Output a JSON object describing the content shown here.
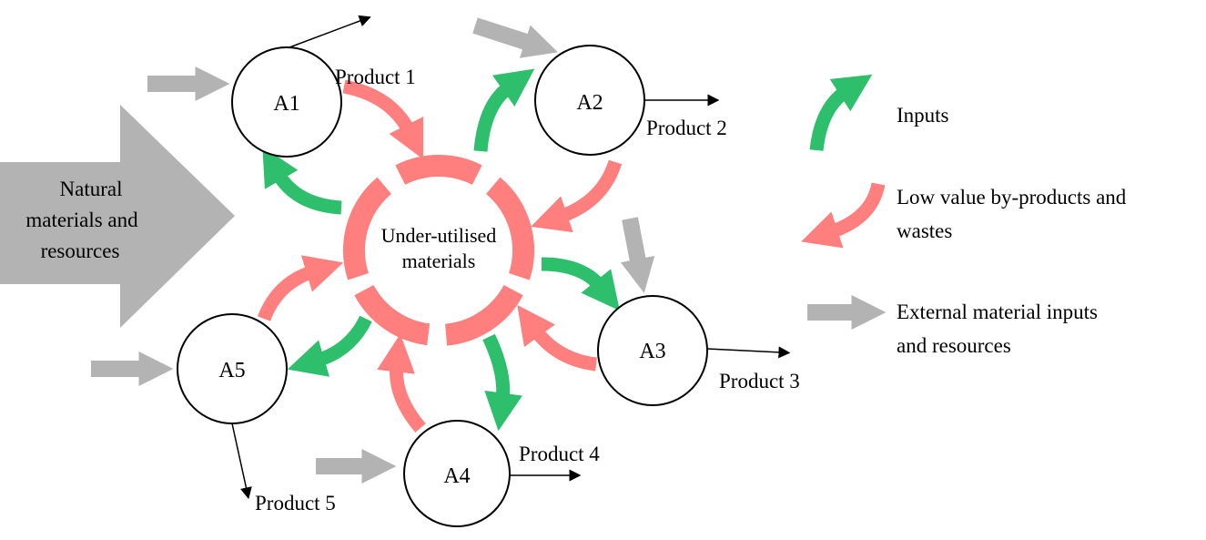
{
  "colors": {
    "inputs": "#2ebf6d",
    "wastes": "#ff7f7f",
    "external": "#b3b3b3",
    "line": "#000000"
  },
  "source": {
    "lines": [
      "Natural",
      "materials and",
      "resources"
    ]
  },
  "center": {
    "lines": [
      "Under-utilised",
      "materials"
    ]
  },
  "nodes": [
    {
      "id": "A1",
      "product": "Product 1"
    },
    {
      "id": "A2",
      "product": "Product 2"
    },
    {
      "id": "A3",
      "product": "Product 3"
    },
    {
      "id": "A4",
      "product": "Product 4"
    },
    {
      "id": "A5",
      "product": "Product 5"
    }
  ],
  "legend": {
    "inputs": "Inputs",
    "wastes": [
      "Low value by-products and",
      "wastes"
    ],
    "external": [
      "External material inputs",
      "and resources"
    ]
  }
}
